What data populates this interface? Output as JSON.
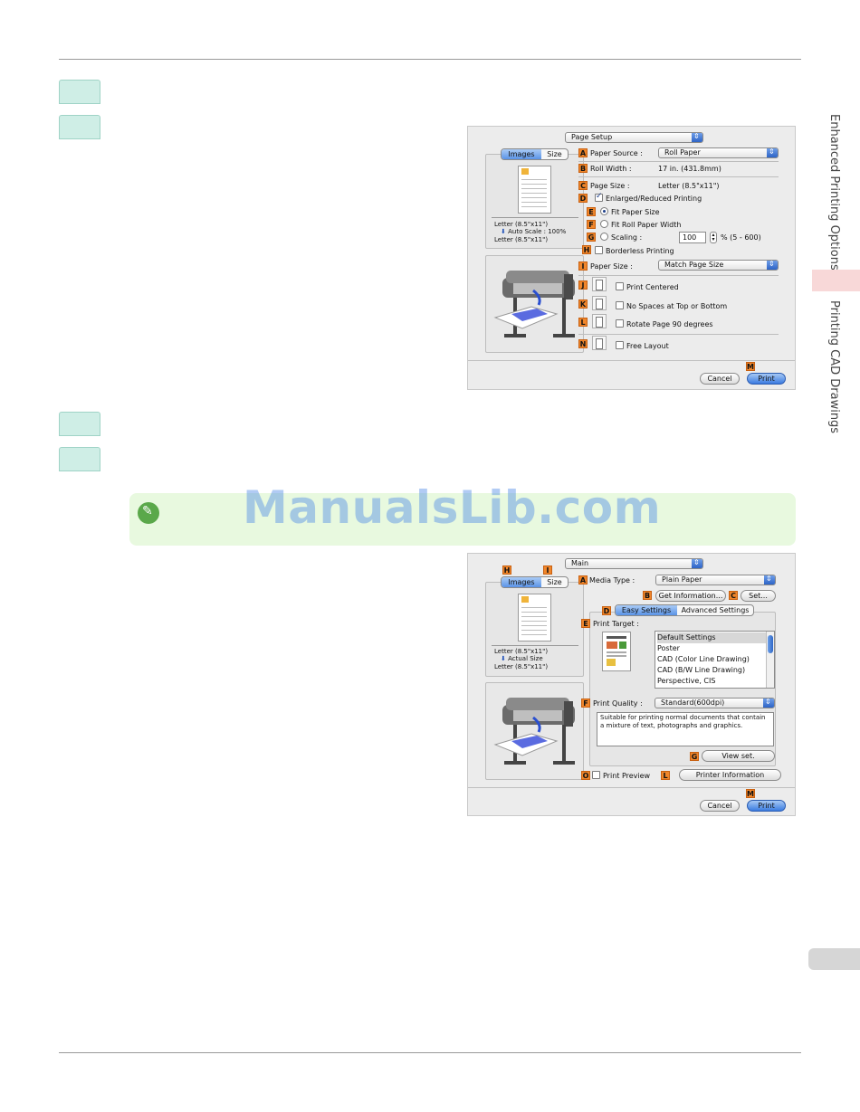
{
  "watermark": "ManualsLib.com",
  "side_tabs": {
    "top_label": "Enhanced Printing Options",
    "bottom_label": "Printing CAD Drawings",
    "accent_color": "#f8d8d8",
    "page_tab_color": "#d6d6d6"
  },
  "dialog1": {
    "pane_popup": "Page Setup",
    "tabs": {
      "images": "Images",
      "size": "Size"
    },
    "preview": {
      "from": "Letter (8.5\"x11\")",
      "scale": "Auto Scale : 100%",
      "to": "Letter (8.5\"x11\")"
    },
    "labels": {
      "A": "A",
      "B": "B",
      "C": "C",
      "D": "D",
      "E": "E",
      "F": "F",
      "G": "G",
      "H": "H",
      "I": "I",
      "J": "J",
      "K": "K",
      "L": "L",
      "N": "N",
      "M": "M"
    },
    "paper_source_label": "Paper Source :",
    "paper_source_value": "Roll Paper",
    "roll_width_label": "Roll Width :",
    "roll_width_value": "17 in. (431.8mm)",
    "page_size_label": "Page Size :",
    "page_size_value": "Letter (8.5\"x11\")",
    "enlarged_label": "Enlarged/Reduced Printing",
    "fit_paper_label": "Fit Paper Size",
    "fit_roll_label": "Fit Roll Paper Width",
    "scaling_label": "Scaling :",
    "scaling_value": "100",
    "scaling_range": "% (5 - 600)",
    "borderless_label": "Borderless Printing",
    "paper_size_label": "Paper Size :",
    "paper_size_value": "Match Page Size",
    "print_centered": "Print Centered",
    "no_spaces": "No Spaces at Top or Bottom",
    "rotate": "Rotate Page 90 degrees",
    "free_layout": "Free Layout",
    "cancel": "Cancel",
    "print": "Print"
  },
  "dialog2": {
    "pane_popup": "Main",
    "tabs": {
      "images": "Images",
      "size": "Size"
    },
    "preview": {
      "from": "Letter (8.5\"x11\")",
      "scale": "Actual Size",
      "to": "Letter (8.5\"x11\")"
    },
    "labels": {
      "H": "H",
      "I": "I",
      "A": "A",
      "B": "B",
      "C": "C",
      "D": "D",
      "E": "E",
      "F": "F",
      "G": "G",
      "O": "O",
      "L": "L",
      "M": "M"
    },
    "media_type_label": "Media Type :",
    "media_type_value": "Plain Paper",
    "get_info": "Get Information...",
    "set": "Set...",
    "easy_settings": "Easy Settings",
    "advanced_settings": "Advanced Settings",
    "print_target_label": "Print Target :",
    "print_targets": [
      "Default Settings",
      "Poster",
      "CAD (Color Line Drawing)",
      "CAD (B/W Line Drawing)",
      "Perspective, CIS"
    ],
    "print_quality_label": "Print Quality :",
    "print_quality_value": "Standard(600dpi)",
    "description": "Suitable for printing normal documents that contain a mixture of text, photographs and graphics.",
    "view_set": "View set.",
    "print_preview": "Print Preview",
    "printer_info": "Printer Information",
    "cancel": "Cancel",
    "print": "Print"
  }
}
